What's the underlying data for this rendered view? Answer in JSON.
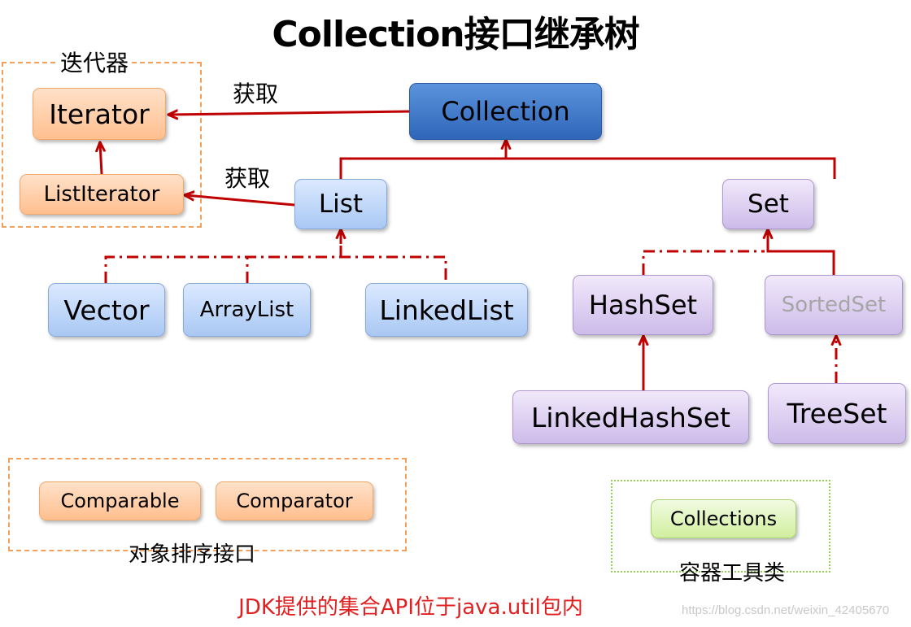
{
  "title": "Collection接口继承树",
  "groups": {
    "iterator_group": "迭代器",
    "sort_group": "对象排序接口",
    "tools_group": "容器工具类"
  },
  "edge_labels": {
    "get_1": "获取",
    "get_2": "获取"
  },
  "nodes": {
    "collection": "Collection",
    "iterator": "Iterator",
    "list_iterator": "ListIterator",
    "list": "List",
    "set": "Set",
    "vector": "Vector",
    "array_list": "ArrayList",
    "linked_list": "LinkedList",
    "hash_set": "HashSet",
    "sorted_set": "SortedSet",
    "linked_hash_set": "LinkedHashSet",
    "tree_set": "TreeSet",
    "comparable": "Comparable",
    "comparator": "Comparator",
    "collections": "Collections"
  },
  "footer": "JDK提供的集合API位于java.util包内",
  "watermark": "https://blog.csdn.net/weixin_42405670",
  "colors": {
    "arrow": "#c00000",
    "footer": "#e02020",
    "dashed_border_orange": "#f2a05c",
    "dotted_border_green": "#92d050",
    "sorted_set_text": "#a6a6a6"
  }
}
